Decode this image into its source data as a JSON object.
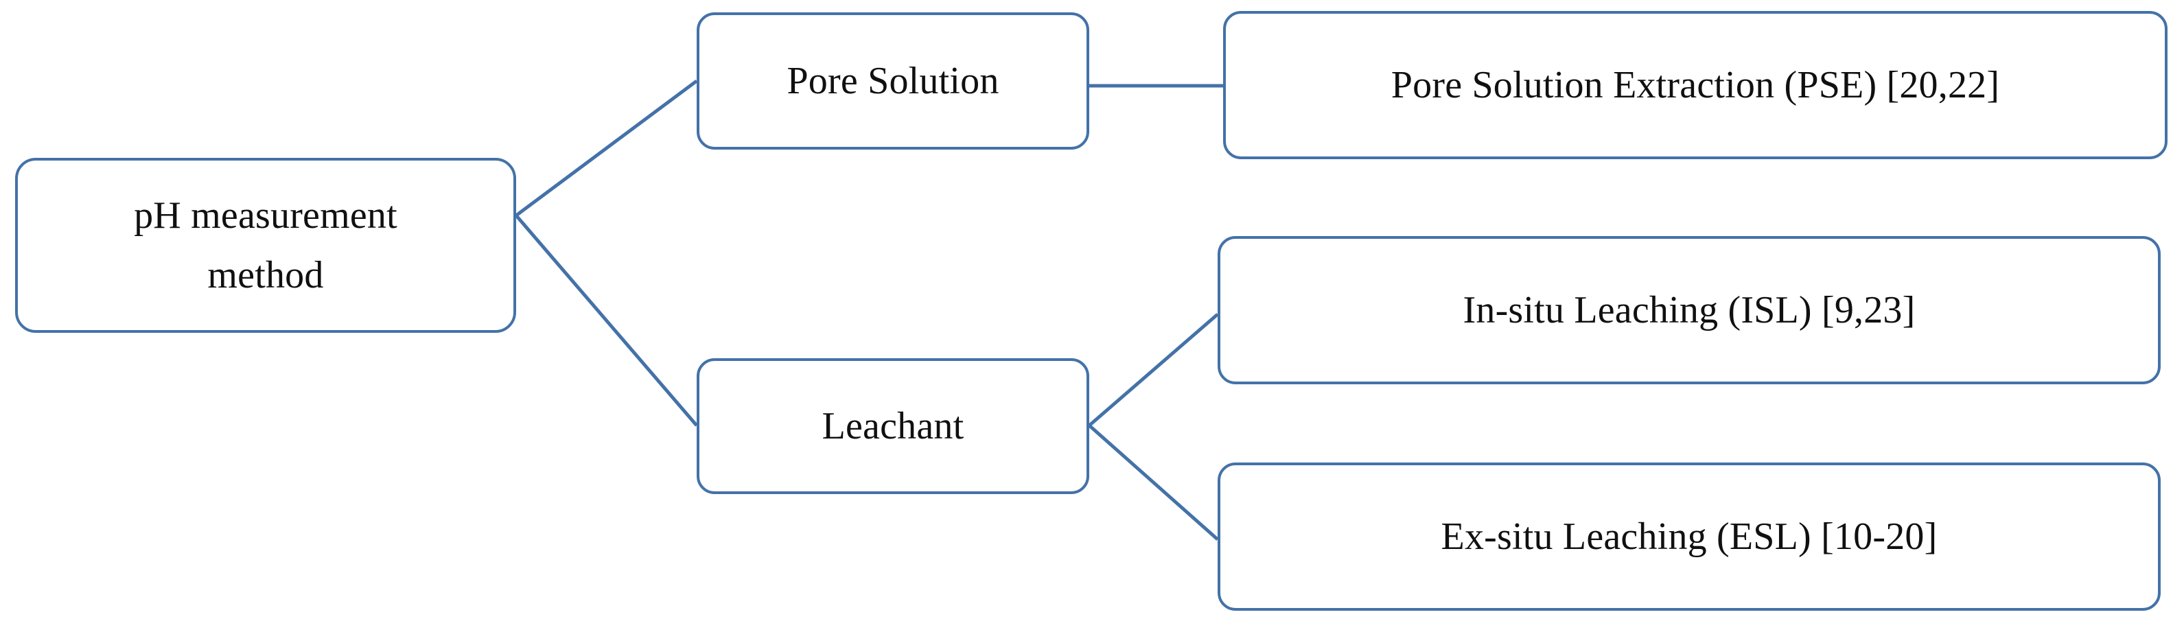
{
  "diagram": {
    "title": "pH measurement method classification flowchart",
    "style": {
      "border_color": "#4472a8",
      "text_color": "#101010",
      "background": "#ffffff",
      "connector_color": "#4472a8"
    },
    "nodes": {
      "root": {
        "line1": "pH measurement",
        "line2": "method"
      },
      "pore_solution": {
        "label": "Pore Solution"
      },
      "leachant": {
        "label": "Leachant"
      },
      "pse": {
        "label": "Pore Solution Extraction (PSE) [20,22]"
      },
      "isl": {
        "label": "In-situ Leaching (ISL) [9,23]"
      },
      "esl": {
        "label": "Ex-situ Leaching (ESL) [10-20]"
      }
    },
    "edges": [
      {
        "from": "root",
        "to": "pore_solution",
        "kind": "diagonal"
      },
      {
        "from": "root",
        "to": "leachant",
        "kind": "diagonal"
      },
      {
        "from": "pore_solution",
        "to": "pse",
        "kind": "straight"
      },
      {
        "from": "leachant",
        "to": "isl",
        "kind": "diagonal"
      },
      {
        "from": "leachant",
        "to": "esl",
        "kind": "diagonal"
      }
    ]
  }
}
